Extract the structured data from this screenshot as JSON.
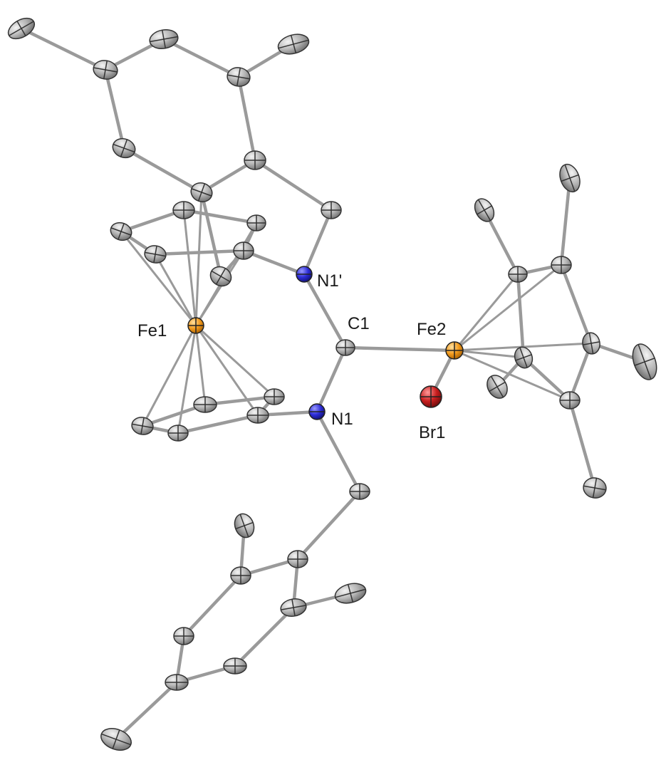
{
  "labels": {
    "fe1": "Fe1",
    "fe2": "Fe2",
    "c1": "C1",
    "n1": "N1",
    "n1p": "N1'",
    "br1": "Br1"
  },
  "colors": {
    "carbon": "#a9a9a9",
    "bond": "#8f8f8f",
    "iron": "#f29a1d",
    "nitrogen": "#2b2bd6",
    "bromine": "#c81e1e"
  }
}
